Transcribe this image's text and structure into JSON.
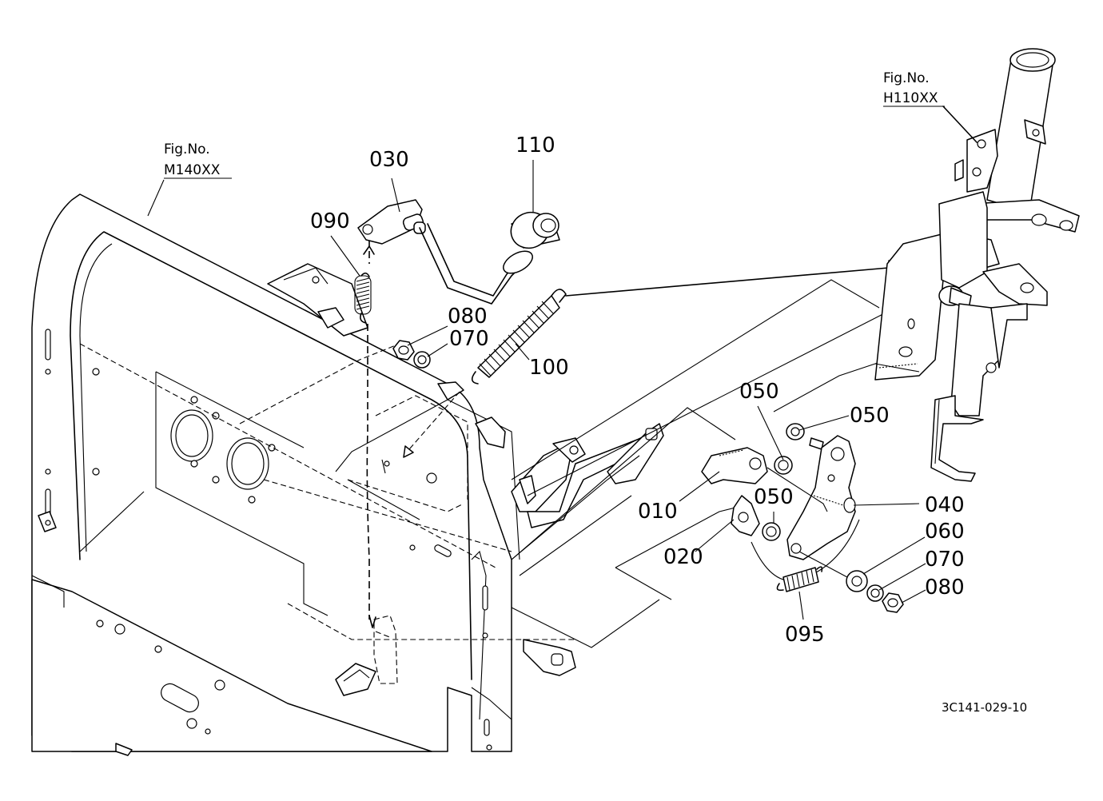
{
  "figure_refs": [
    {
      "id": "m140",
      "label": "Fig.No.",
      "ref": "M140XX"
    },
    {
      "id": "h110",
      "label": "Fig.No.",
      "ref": "H110XX"
    }
  ],
  "callouts": [
    {
      "id": "c030",
      "text": "030"
    },
    {
      "id": "c110",
      "text": "110"
    },
    {
      "id": "c090",
      "text": "090"
    },
    {
      "id": "c080a",
      "text": "080"
    },
    {
      "id": "c070a",
      "text": "070"
    },
    {
      "id": "c100",
      "text": "100"
    },
    {
      "id": "c050a",
      "text": "050"
    },
    {
      "id": "c050b",
      "text": "050"
    },
    {
      "id": "c010",
      "text": "010"
    },
    {
      "id": "c050c",
      "text": "050"
    },
    {
      "id": "c040",
      "text": "040"
    },
    {
      "id": "c060",
      "text": "060"
    },
    {
      "id": "c020",
      "text": "020"
    },
    {
      "id": "c070b",
      "text": "070"
    },
    {
      "id": "c080b",
      "text": "080"
    },
    {
      "id": "c095",
      "text": "095"
    }
  ],
  "drawing_code": "3C141-029-10"
}
